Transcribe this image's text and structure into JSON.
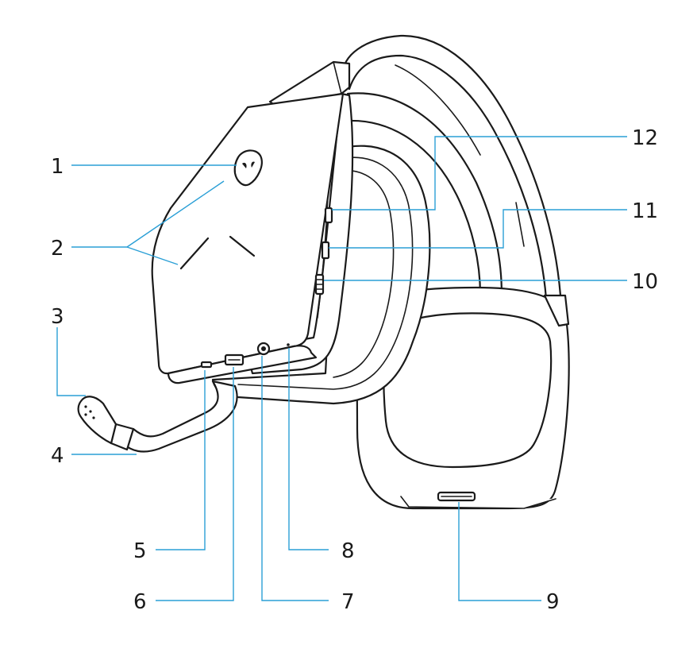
{
  "callouts": [
    {
      "id": "1",
      "text": "1"
    },
    {
      "id": "2",
      "text": "2"
    },
    {
      "id": "3",
      "text": "3"
    },
    {
      "id": "4",
      "text": "4"
    },
    {
      "id": "5",
      "text": "5"
    },
    {
      "id": "6",
      "text": "6"
    },
    {
      "id": "7",
      "text": "7"
    },
    {
      "id": "8",
      "text": "8"
    },
    {
      "id": "9",
      "text": "9"
    },
    {
      "id": "10",
      "text": "10"
    },
    {
      "id": "11",
      "text": "11"
    },
    {
      "id": "12",
      "text": "12"
    }
  ],
  "colors": {
    "line": "#1a1a1a",
    "leader": "#2a9fd6",
    "background": "#ffffff"
  }
}
